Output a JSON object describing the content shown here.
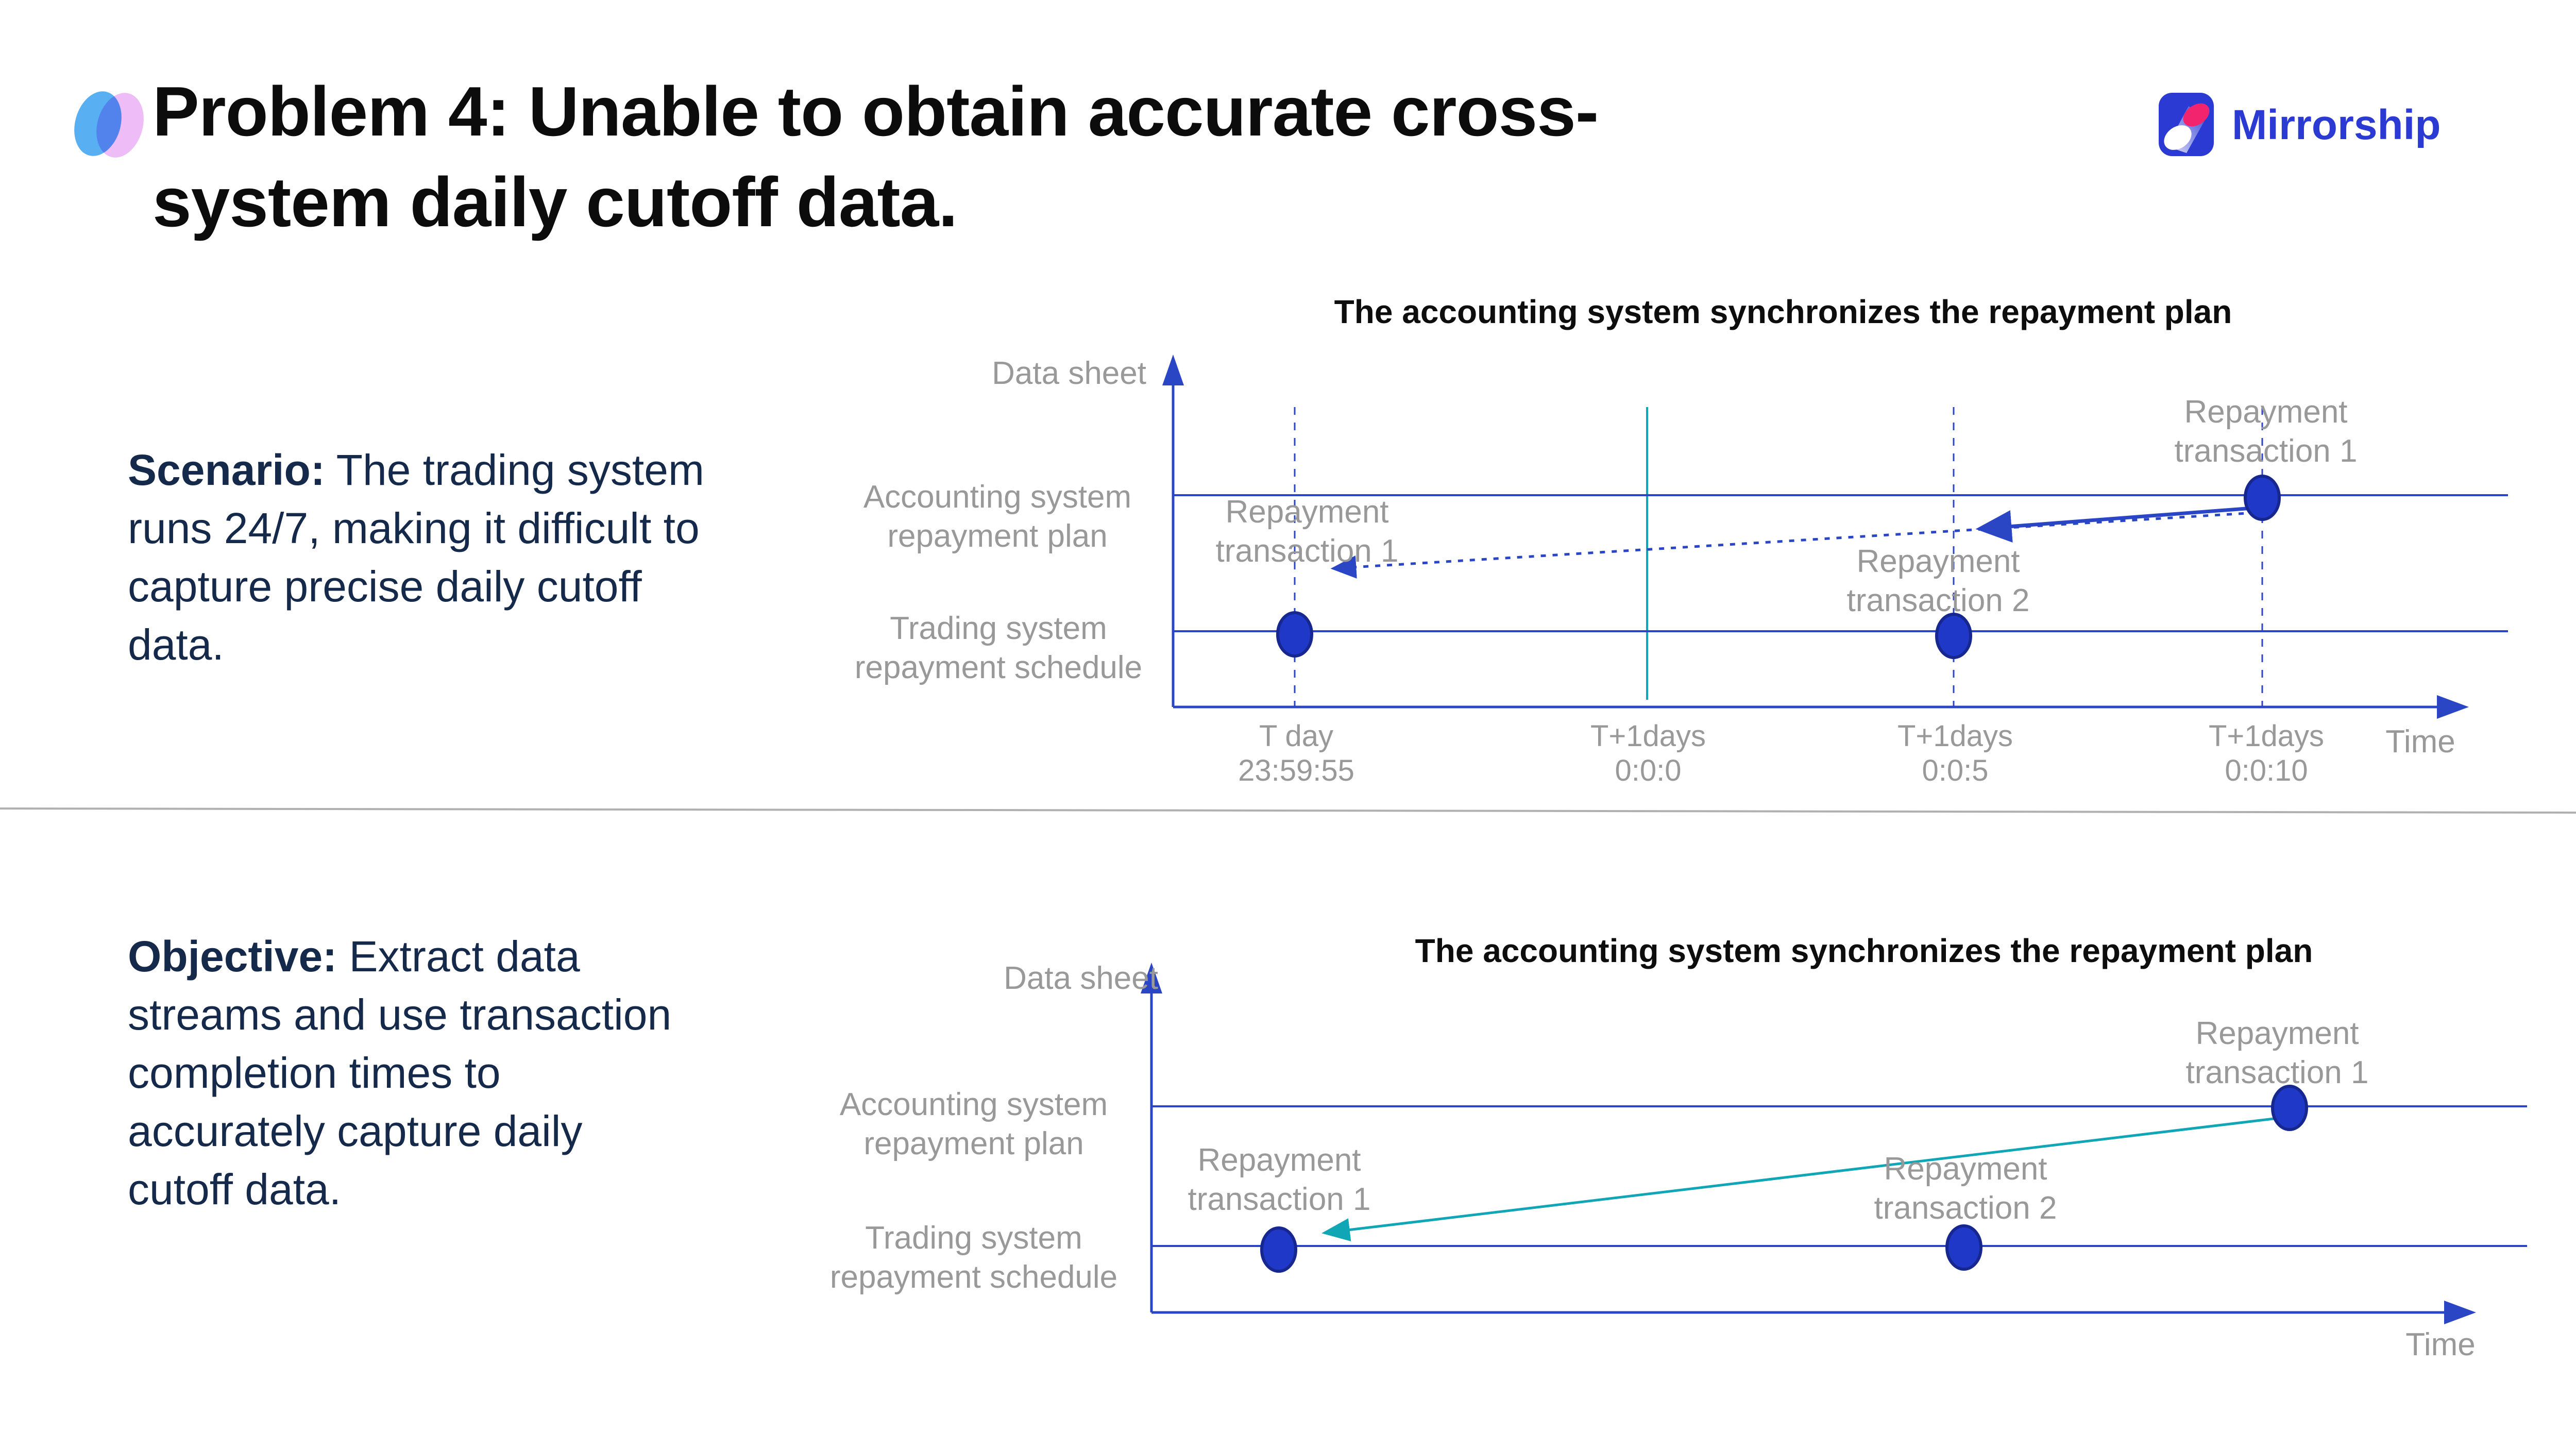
{
  "header": {
    "title": "Problem 4: Unable to obtain accurate cross-\nsystem daily cutoff data.",
    "logo_name": "Mirrorship"
  },
  "scenario": {
    "label": "Scenario:",
    "text": " The trading system\nruns 24/7, making it difficult to\ncapture precise daily cutoff\ndata."
  },
  "objective": {
    "label": "Objective:",
    "text": " Extract data\nstreams and use transaction\ncompletion times to\naccurately capture daily\ncutoff data."
  },
  "diagram_top": {
    "title": "The accounting system synchronizes the repayment plan",
    "y_axis_label": "Data sheet",
    "x_axis_label": "Time",
    "row_labels": [
      "Accounting system\nrepayment plan",
      "Trading system\nrepayment schedule"
    ],
    "point_labels": [
      "Repayment\ntransaction 1",
      "Repayment\ntransaction 2",
      "Repayment\ntransaction 1"
    ],
    "ticks": [
      "T day\n23:59:55",
      "T+1days\n0:0:0",
      "T+1days\n0:0:5",
      "T+1days\n0:0:10"
    ]
  },
  "diagram_bottom": {
    "title": "The accounting system synchronizes the repayment plan",
    "y_axis_label": "Data sheet",
    "x_axis_label": "Time",
    "row_labels": [
      "Accounting system\nrepayment plan",
      "Trading system\nrepayment schedule"
    ],
    "point_labels": [
      "Repayment\ntransaction 1",
      "Repayment\ntransaction 2",
      "Repayment\ntransaction 1"
    ]
  },
  "colors": {
    "line_blue": "#2b46c4",
    "dot_fill": "#2038c8",
    "dot_stroke": "#16288f",
    "teal": "#10a6b6",
    "gray_label": "#999999",
    "navy_text": "#15294b",
    "brand_blue": "#2b3ad2",
    "brand_pink": "#f2246e",
    "bullet_blue": "#58aff2",
    "bullet_pink": "#eebdf8",
    "divider": "#b0b0b0"
  }
}
